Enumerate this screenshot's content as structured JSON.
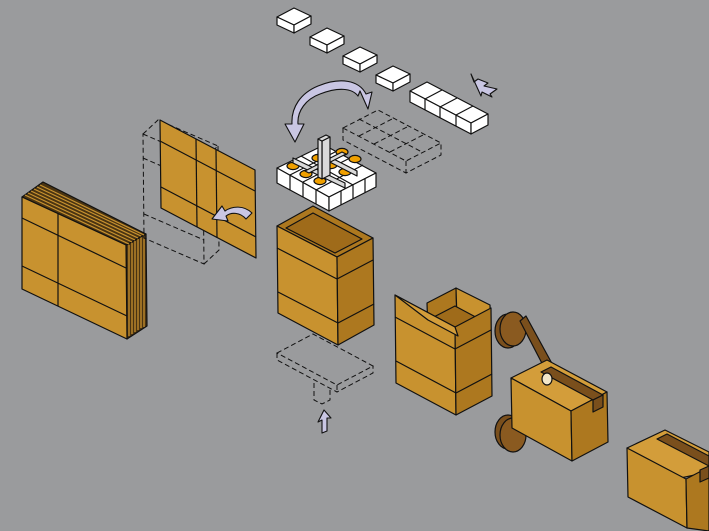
{
  "colors": {
    "background": "#9a9b9d",
    "cardboard": "#c8922f",
    "cardboard_dark": "#a9741e",
    "cardboard_edge": "#5a3f1a",
    "stack_dark": "#4a3412",
    "tape_wheel": "#8a5a20",
    "arrow_fill": "#c9c6e3",
    "gripper_orange": "#f0a000",
    "outline": "#111111",
    "product_white": "#ffffff"
  },
  "steps": [
    {
      "id": "flat-blank-stack",
      "icon": "cardboard-blank-stack-icon"
    },
    {
      "id": "fold-blank",
      "icon": "folding-blank-icon"
    },
    {
      "id": "product-feed",
      "icon": "product-infeed-conveyor-icon"
    },
    {
      "id": "robot-pick-place",
      "icon": "vacuum-gripper-icon"
    },
    {
      "id": "open-case",
      "icon": "open-case-icon"
    },
    {
      "id": "bottom-fold",
      "icon": "bottom-flap-fold-icon"
    },
    {
      "id": "flap-closing",
      "icon": "top-flap-closing-icon"
    },
    {
      "id": "tape-sealing",
      "icon": "tape-sealer-icon"
    },
    {
      "id": "sealed-case",
      "icon": "sealed-case-icon"
    }
  ]
}
